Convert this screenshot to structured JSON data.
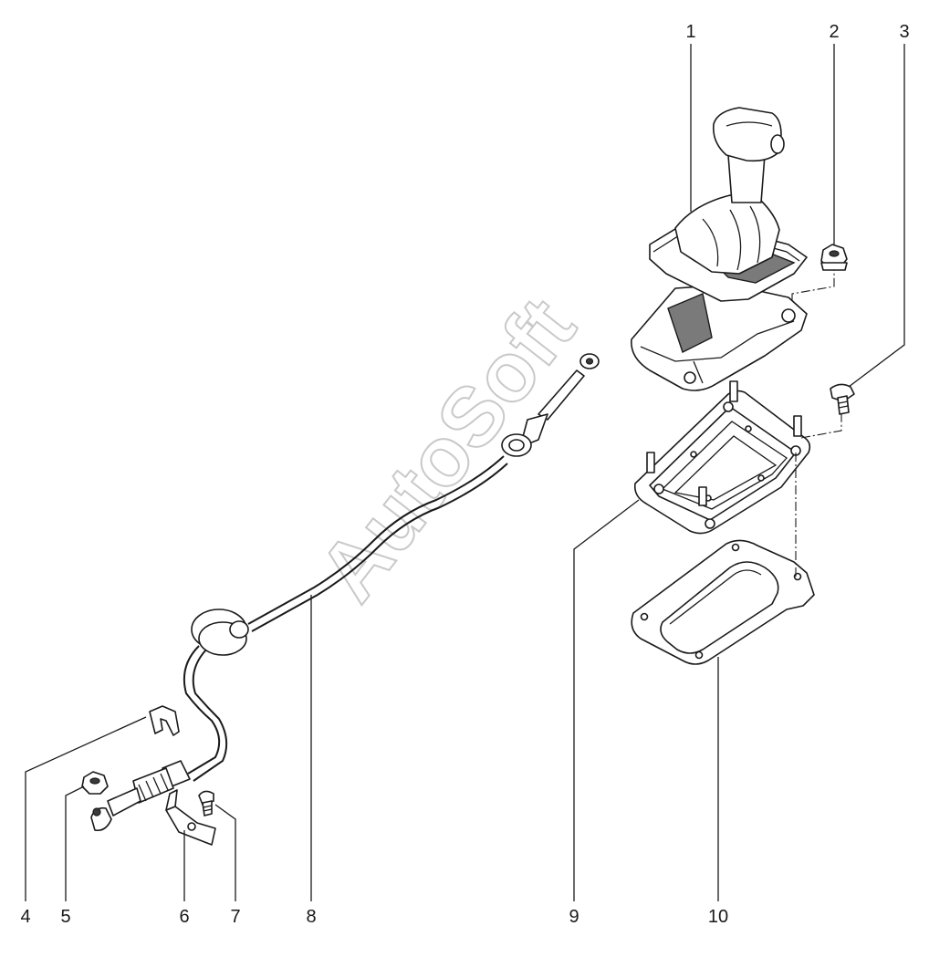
{
  "watermark": "AutoSoft",
  "callouts": {
    "p1": "1",
    "p2": "2",
    "p3": "3",
    "p4": "4",
    "p5": "5",
    "p6": "6",
    "p7": "7",
    "p8": "8",
    "p9": "9",
    "p10": "10"
  }
}
